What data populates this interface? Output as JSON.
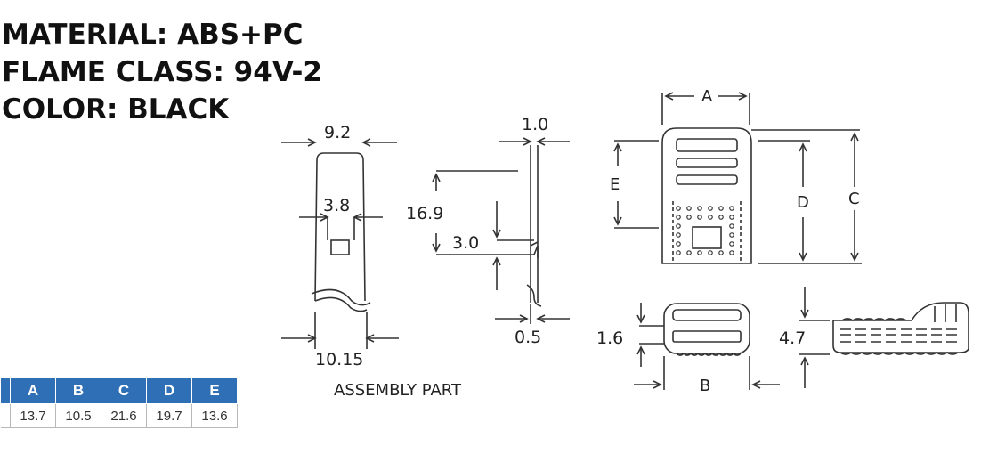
{
  "specs": {
    "material": "MATERIAL: ABS+PC",
    "flame_class": "FLAME CLASS: 94V-2",
    "color": "COLOR: BLACK"
  },
  "front_view": {
    "top_width": "9.2",
    "slot_width": "3.8",
    "bottom_width": "10.15"
  },
  "side_view": {
    "thickness": "1.0",
    "height": "16.9",
    "hook_height": "3.0",
    "tip": "0.5"
  },
  "assembly": {
    "caption": "ASSEMBLY PART",
    "label_a": "A",
    "label_b": "B",
    "label_c": "C",
    "label_d": "D",
    "label_e": "E",
    "dim_height_16": "1.6",
    "dim_height_47": "4.7"
  },
  "table": {
    "headers": [
      "A",
      "B",
      "C",
      "D",
      "E"
    ],
    "values": [
      "13.7",
      "10.5",
      "21.6",
      "19.7",
      "13.6"
    ],
    "header_color": "#2f6fb5"
  }
}
